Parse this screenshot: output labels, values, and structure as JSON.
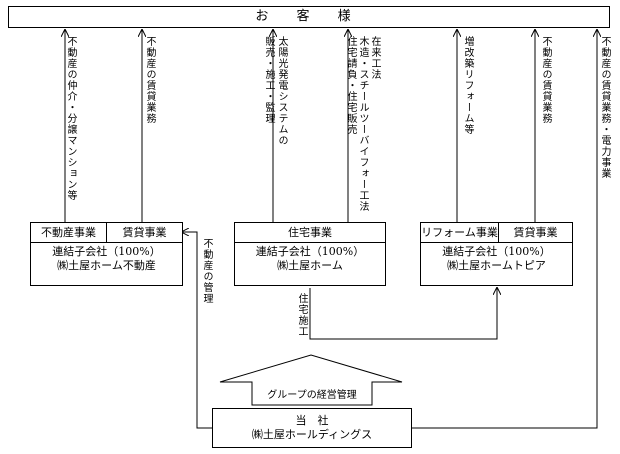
{
  "customer": "お 客 様",
  "companies": {
    "left": {
      "seg1": "不動産事業",
      "seg2": "賃貸事業",
      "line1": "連結子会社（100%）",
      "line2": "㈱土屋ホーム不動産"
    },
    "center": {
      "seg1": "住宅事業",
      "line1": "連結子会社（100%）",
      "line2": "㈱土屋ホーム"
    },
    "right": {
      "seg1": "リフォーム事業",
      "seg2": "賃貸事業",
      "line1": "連結子会社（100%）",
      "line2": "㈱土屋ホームトピア"
    },
    "parent": {
      "line1": "当　社",
      "line2": "㈱土屋ホールディングス"
    }
  },
  "labels": {
    "l1": "不動産の仲介・分譲マンション等",
    "l2": "不動産の賃貸業務",
    "c1": "太陽光発電システムの",
    "c2": "販売・施工・監理",
    "c3": "在来工法",
    "c4": "木造・スチールツーバイフォー工法",
    "c5": "住宅請負・住宅販売",
    "r1": "増改築リフォーム等",
    "r2": "不動産の賃貸業務",
    "r3": "不動産の賃貸業務・電力事業",
    "mgmt": "不動産の管理",
    "construction": "住宅施工",
    "group": "グループの経営管理"
  }
}
